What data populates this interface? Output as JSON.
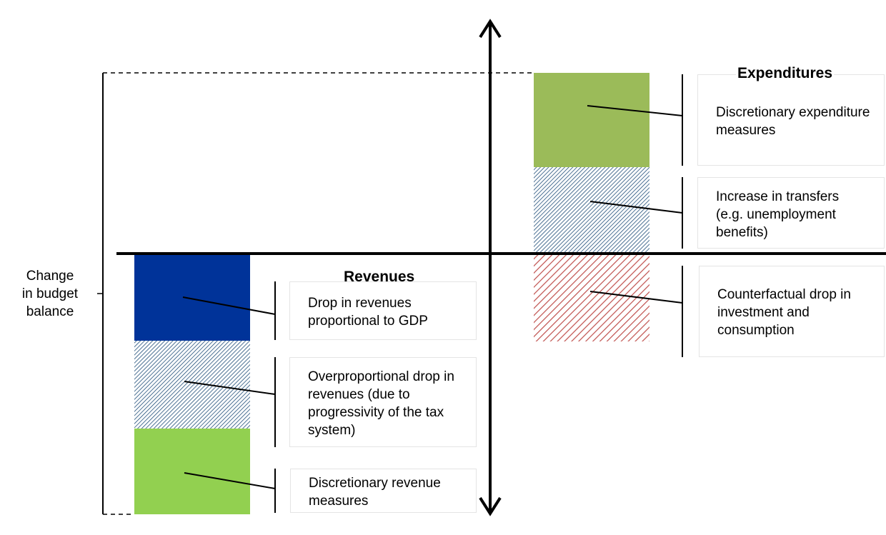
{
  "axis_label": "Change\nin budget\nbalance",
  "expenditures": {
    "title": "Expenditures",
    "items": [
      {
        "label": "Discretionary expenditure measures",
        "color": "#9bbb59",
        "pattern": "solid"
      },
      {
        "label": "Increase in transfers (e.g. unemployment benefits)",
        "color": "#1f4e79",
        "pattern": "hatch"
      },
      {
        "label": "Counterfactual drop in investment and consumption",
        "color": "#c0504d",
        "pattern": "hatch"
      }
    ]
  },
  "revenues": {
    "title": "Revenues",
    "items": [
      {
        "label": "Drop in revenues proportional to GDP",
        "color": "#003399",
        "pattern": "solid"
      },
      {
        "label": "Overproportional drop in revenues (due to progressivity of the tax system)",
        "color": "#1f4e79",
        "pattern": "hatch"
      },
      {
        "label": "Discretionary revenue measures",
        "color": "#92d050",
        "pattern": "solid"
      }
    ]
  }
}
